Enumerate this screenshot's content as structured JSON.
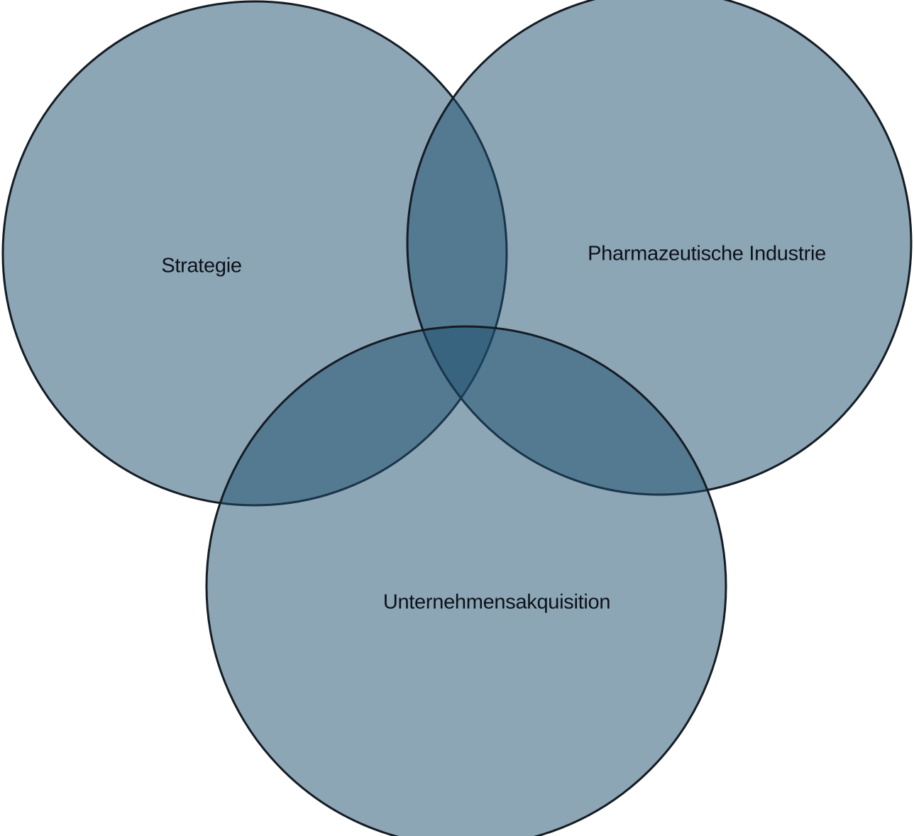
{
  "diagram": {
    "type": "venn",
    "fill_color": "#1b4d6e",
    "outline_color": "#151c24",
    "background": "#ffffff",
    "circles": [
      {
        "id": "strategie",
        "label": "Strategie"
      },
      {
        "id": "pharma",
        "label": "Pharmazeutische Industrie"
      },
      {
        "id": "akquisition",
        "label": "Unternehmensakquisition"
      }
    ]
  }
}
